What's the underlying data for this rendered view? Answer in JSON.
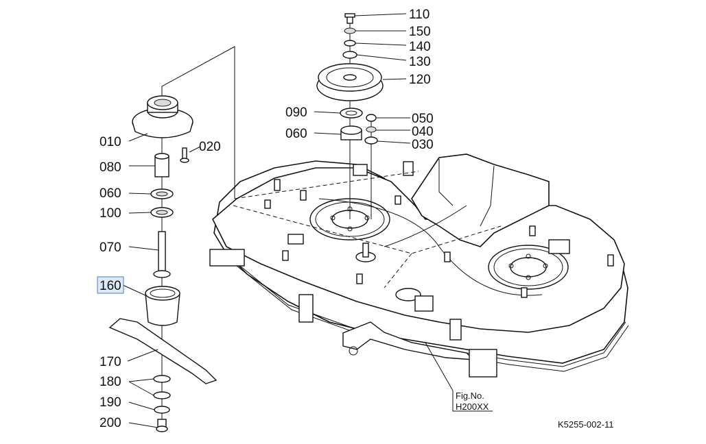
{
  "parts": {
    "p110": "110",
    "p150": "150",
    "p140": "140",
    "p130": "130",
    "p120": "120",
    "p090": "090",
    "p050": "050",
    "p040": "040",
    "p060_top": "060",
    "p030": "030",
    "p010": "010",
    "p020": "020",
    "p080": "080",
    "p060_left": "060",
    "p100": "100",
    "p070": "070",
    "p160": "160",
    "p170": "170",
    "p180": "180",
    "p190": "190",
    "p200": "200"
  },
  "fig_ref": {
    "line1": "Fig.No.",
    "line2": "H200XX"
  },
  "drawing_code": "K5255-002-11",
  "highlight_color": "#dbe9f8"
}
